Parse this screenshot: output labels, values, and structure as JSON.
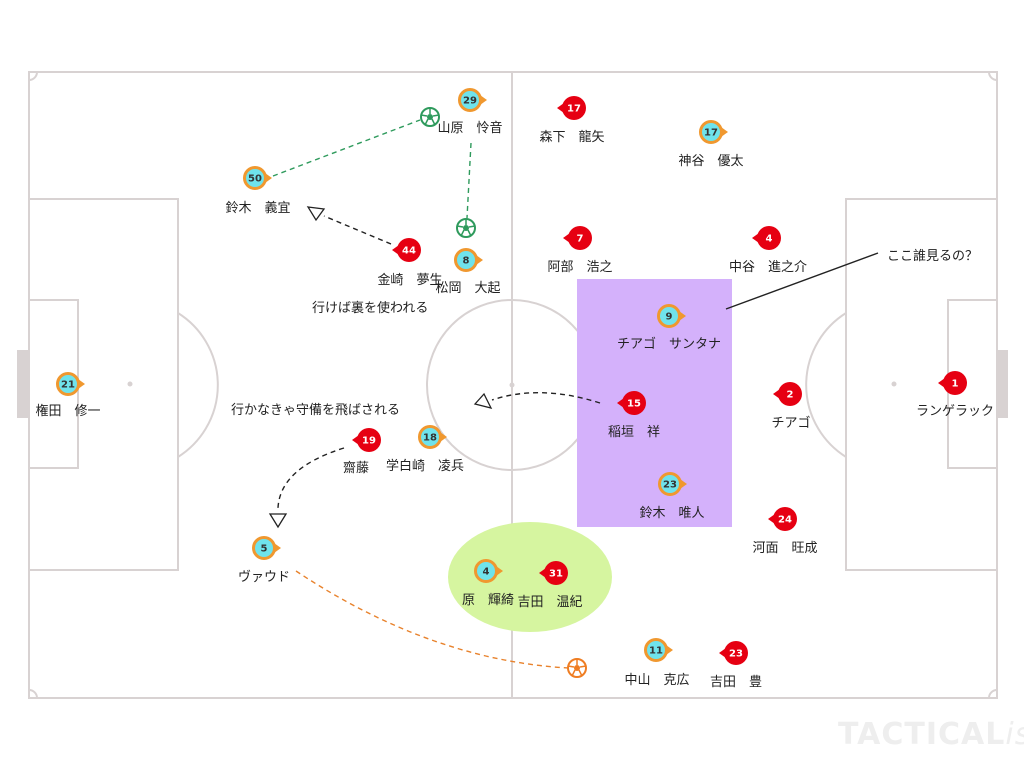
{
  "colors": {
    "line": "#d8d2d2",
    "home_fill": "#6fe3ec",
    "home_ring": "#f0982f",
    "away_fill": "#e60012",
    "ball_home": "#2e9a5c",
    "ball_away": "#ef7d22",
    "zone_purple": "#d4b1fb",
    "zone_green": "#d6f5a0",
    "arrow_orange": "#e8822c",
    "arrow_green": "#2e9a5c",
    "arrow_dark": "#222222"
  },
  "logo": {
    "text_main": "TACTICAL",
    "text_italic": "ista"
  },
  "annotations": {
    "who_marks": "ここ誰見るの？",
    "go_behind": "行けば裏を使われる",
    "stay_skipped": "行かなきゃ守備を飛ばされる"
  },
  "players": {
    "home": [
      {
        "id": "h21",
        "number": "21",
        "name": "権田　修一"
      },
      {
        "id": "h50",
        "number": "50",
        "name": "鈴木　義宜"
      },
      {
        "id": "h29",
        "number": "29",
        "name": "山原　怜音"
      },
      {
        "id": "h8",
        "number": "8",
        "name": "松岡　大起"
      },
      {
        "id": "h18",
        "number": "18",
        "name": "学白崎　凌兵"
      },
      {
        "id": "h5",
        "number": "5",
        "name": "ヴァウド"
      },
      {
        "id": "h4",
        "number": "4",
        "name": "原　輝綺"
      },
      {
        "id": "h9",
        "number": "9",
        "name": "チアゴ　サンタナ"
      },
      {
        "id": "h23",
        "number": "23",
        "name": "鈴木　唯人"
      },
      {
        "id": "h17",
        "number": "17",
        "name": "神谷　優太"
      },
      {
        "id": "h11",
        "number": "11",
        "name": "中山　克広"
      }
    ],
    "away": [
      {
        "id": "a17",
        "number": "17",
        "name": "森下　龍矢"
      },
      {
        "id": "a44",
        "number": "44",
        "name": "金崎　夢生"
      },
      {
        "id": "a7",
        "number": "7",
        "name": "阿部　浩之"
      },
      {
        "id": "a4",
        "number": "4",
        "name": "中谷　進之介"
      },
      {
        "id": "a19",
        "number": "19",
        "name": "齋藤"
      },
      {
        "id": "a15",
        "number": "15",
        "name": "稲垣　祥"
      },
      {
        "id": "a2",
        "number": "2",
        "name": "チアゴ"
      },
      {
        "id": "a1",
        "number": "1",
        "name": "ランゲラック"
      },
      {
        "id": "a24",
        "number": "24",
        "name": "河面　旺成"
      },
      {
        "id": "a31",
        "number": "31",
        "name": "吉田　温紀"
      },
      {
        "id": "a23",
        "number": "23",
        "name": "吉田　豊"
      }
    ]
  }
}
